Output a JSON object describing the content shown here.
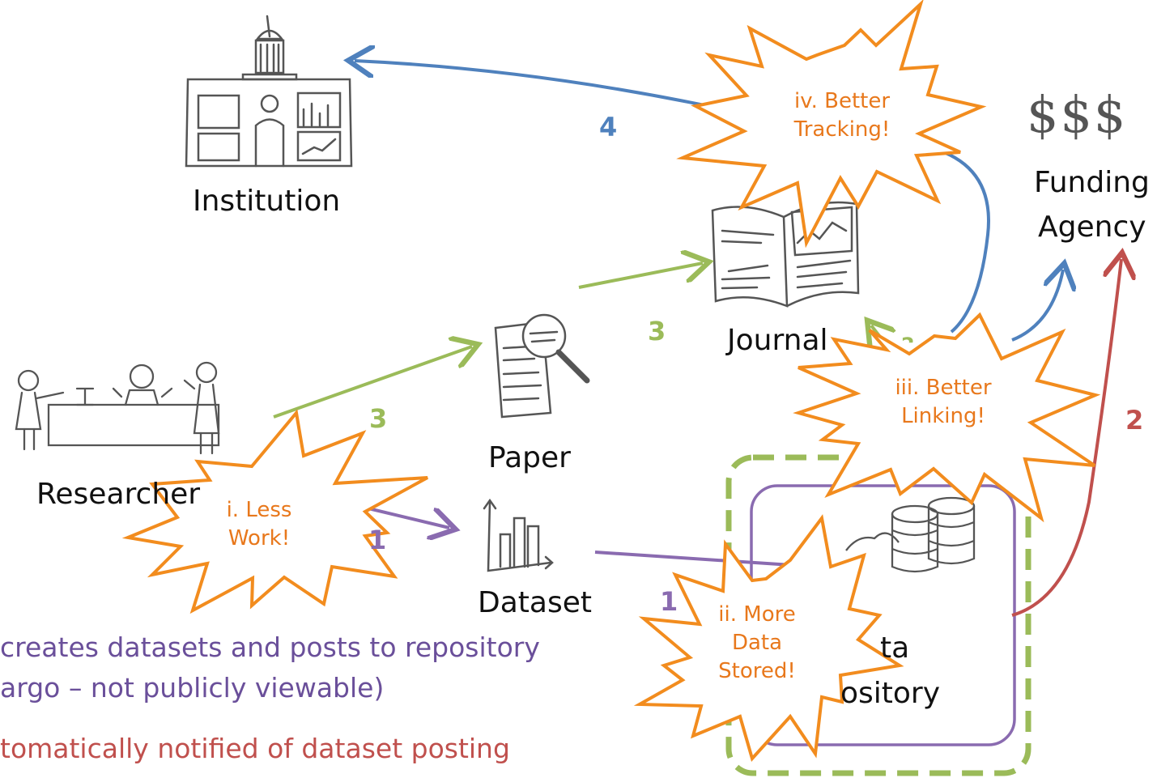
{
  "colors": {
    "purple": "#8a6bb0",
    "red": "#c0504d",
    "green": "#9bbb59",
    "blue": "#4f81bd",
    "orange": "#f28c1e",
    "orange_text": "#e8781c",
    "sketch": "#555555"
  },
  "nodes": {
    "institution": "Institution",
    "funding": "Funding",
    "agency": "Agency",
    "dollars": "$$$",
    "journal": "Journal",
    "paper": "Paper",
    "researcher": "Researcher",
    "dataset": "Dataset",
    "repo_line1": "ta",
    "repo_line2": "ository"
  },
  "step_numbers": {
    "four": "4",
    "three_journal": "3",
    "three_paper": "3",
    "two_journal": "2",
    "two_funding": "2",
    "one_researcher": "1",
    "one_dataset": "1"
  },
  "bursts": {
    "i_line1": "i. Less",
    "i_line2": "Work!",
    "ii_line1": "ii. More",
    "ii_line2": "Data",
    "ii_line3": "Stored!",
    "iii_line1": "iii. Better",
    "iii_line2": "Linking!",
    "iv_line1": "iv. Better",
    "iv_line2": "Tracking!"
  },
  "captions": {
    "line1": "creates datasets and posts to repository",
    "line2": "argo – not publicly viewable)",
    "line3": "tomatically notified of dataset posting"
  }
}
